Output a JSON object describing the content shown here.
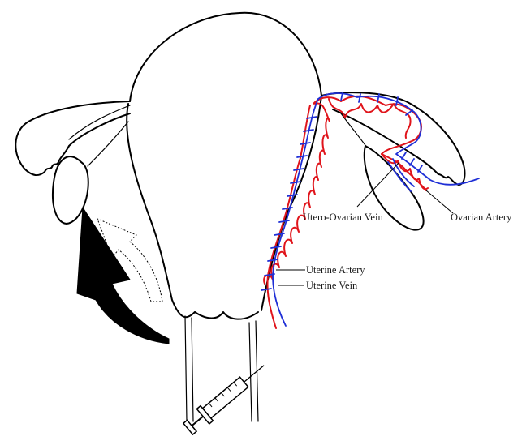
{
  "labels": {
    "utero_ovarian_vein": "Utero-Ovarian Vein",
    "ovarian_artery": "Ovarian Artery",
    "uterine_artery": "Uterine Artery",
    "uterine_vein": "Uterine Vein"
  },
  "colors": {
    "artery": "#e0141b",
    "vein": "#1f2fd6",
    "outline": "#000000"
  },
  "icons": {
    "rotation_arrow": "curved-arrow-icon",
    "direction_arrow": "dotted-arrow-icon",
    "injection": "syringe-icon"
  }
}
